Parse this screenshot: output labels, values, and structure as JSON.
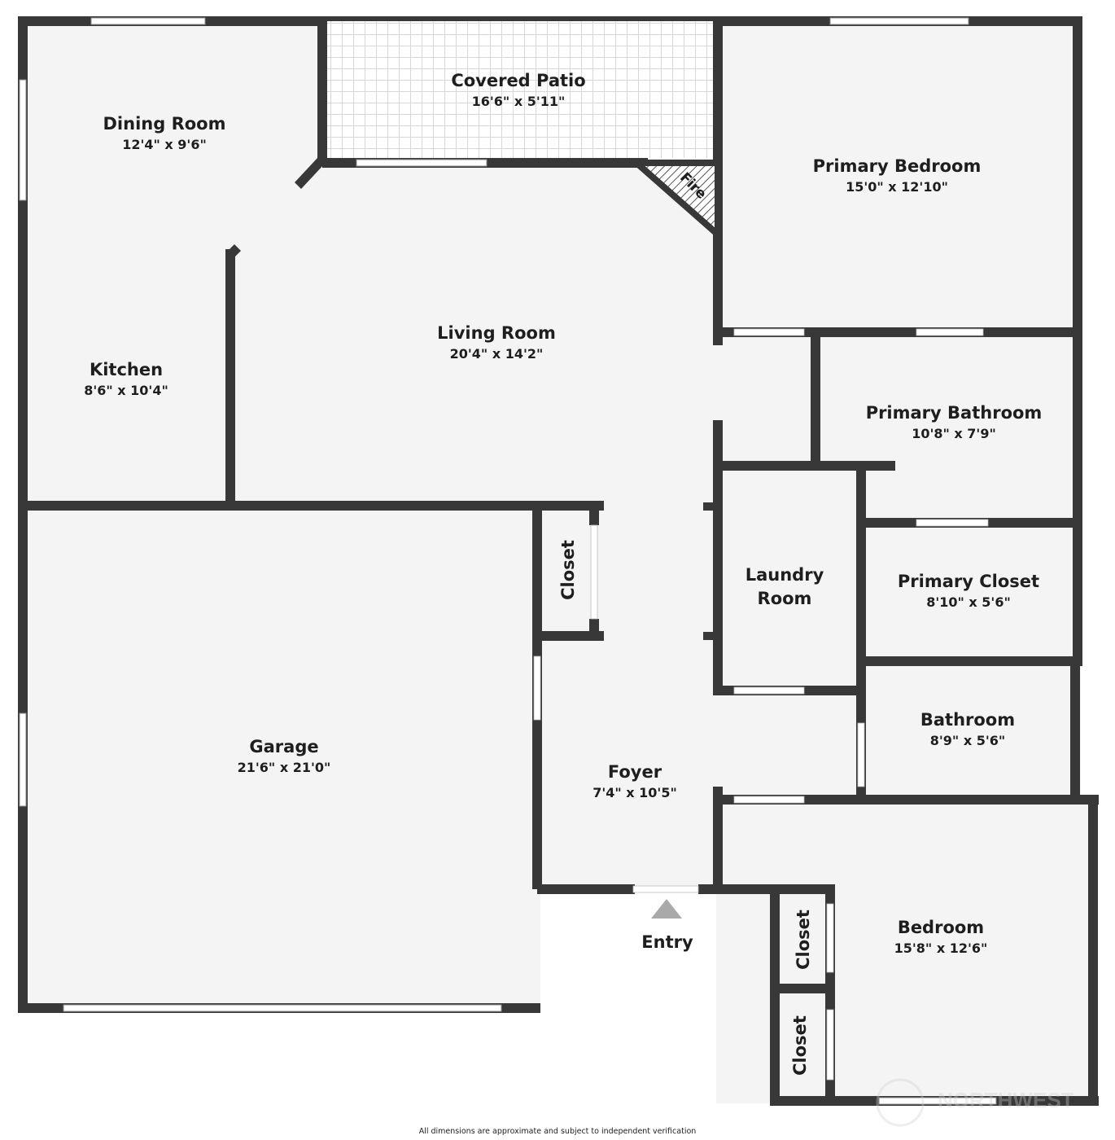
{
  "rooms": {
    "dining": {
      "name": "Dining Room",
      "dims": "12'4\" x 9'6\""
    },
    "patio": {
      "name": "Covered Patio",
      "dims": "16'6\" x 5'11\""
    },
    "primary_bedroom": {
      "name": "Primary Bedroom",
      "dims": "15'0\" x 12'10\""
    },
    "fire": {
      "name": "Fire"
    },
    "living": {
      "name": "Living Room",
      "dims": "20'4\" x 14'2\""
    },
    "kitchen": {
      "name": "Kitchen",
      "dims": "8'6\" x 10'4\""
    },
    "primary_bathroom": {
      "name": "Primary Bathroom",
      "dims": "10'8\" x 7'9\""
    },
    "closet_garage": {
      "name": "Closet"
    },
    "laundry": {
      "name_line1": "Laundry",
      "name_line2": "Room"
    },
    "primary_closet": {
      "name": "Primary Closet",
      "dims": "8'10\" x 5'6\""
    },
    "garage": {
      "name": "Garage",
      "dims": "21'6\" x 21'0\""
    },
    "bathroom": {
      "name": "Bathroom",
      "dims": "8'9\" x 5'6\""
    },
    "foyer": {
      "name": "Foyer",
      "dims": "7'4\" x 10'5\""
    },
    "bedroom": {
      "name": "Bedroom",
      "dims": "15'8\" x 12'6\""
    },
    "closet_bed_1": {
      "name": "Closet"
    },
    "closet_bed_2": {
      "name": "Closet"
    }
  },
  "entry": {
    "label": "Entry"
  },
  "watermark": {
    "text": "NORTHWEST"
  },
  "disclaimer": "All dimensions are approximate and subject to independent verification",
  "colors": {
    "wall": "#383838",
    "floor": "#f4f4f4",
    "background": "#ffffff"
  }
}
